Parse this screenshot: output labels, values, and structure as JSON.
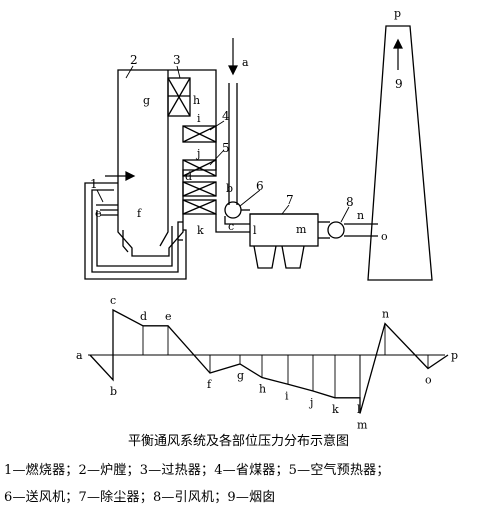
{
  "numbers": {
    "n1": "1",
    "n2": "2",
    "n3": "3",
    "n4": "4",
    "n5": "5",
    "n6": "6",
    "n7": "7",
    "n8": "8",
    "n9": "9"
  },
  "points": {
    "a": "a",
    "b": "b",
    "c": "c",
    "d": "d",
    "e": "e",
    "f": "f",
    "g": "g",
    "h": "h",
    "i": "i",
    "j": "j",
    "k": "k",
    "l": "l",
    "m": "m",
    "n": "n",
    "o": "o",
    "p": "p"
  },
  "chart_data": {
    "type": "line",
    "points": [
      "a",
      "b",
      "c",
      "d",
      "e",
      "f",
      "g",
      "h",
      "i",
      "j",
      "k",
      "l",
      "m",
      "n",
      "o",
      "p"
    ],
    "pressure_relative": [
      0,
      -0.55,
      1.0,
      0.65,
      0.65,
      -0.4,
      -0.2,
      -0.5,
      -0.65,
      -0.8,
      -0.95,
      -0.95,
      -1.3,
      0.7,
      -0.3,
      0
    ]
  },
  "caption": {
    "title": "平衡通风系统及各部位压力分布示意图",
    "legend_line1": "1—燃烧器；2—炉膛；3—过热器；4—省煤器；5—空气预热器；",
    "legend_line2": "6—送风机；7—除尘器；8—引风机；9—烟囱"
  }
}
